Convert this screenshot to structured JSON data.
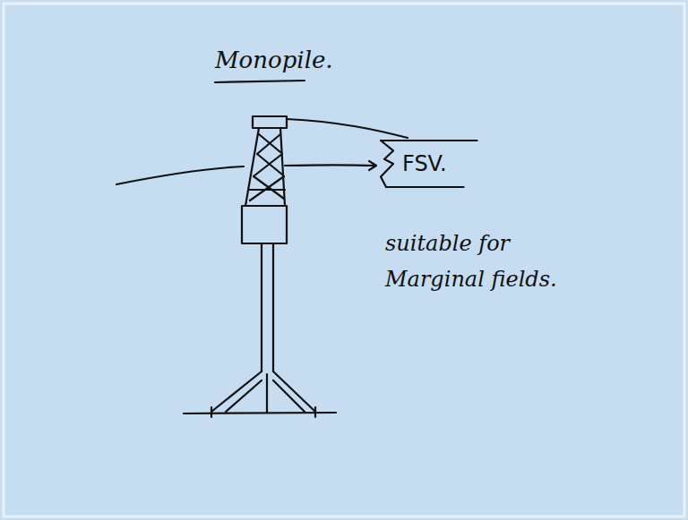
{
  "diagram": {
    "title": "Monopile.",
    "nodes": [
      {
        "text": [
          "FSV."
        ]
      }
    ],
    "labels": [
      "suitable for Marginal fields."
    ]
  }
}
